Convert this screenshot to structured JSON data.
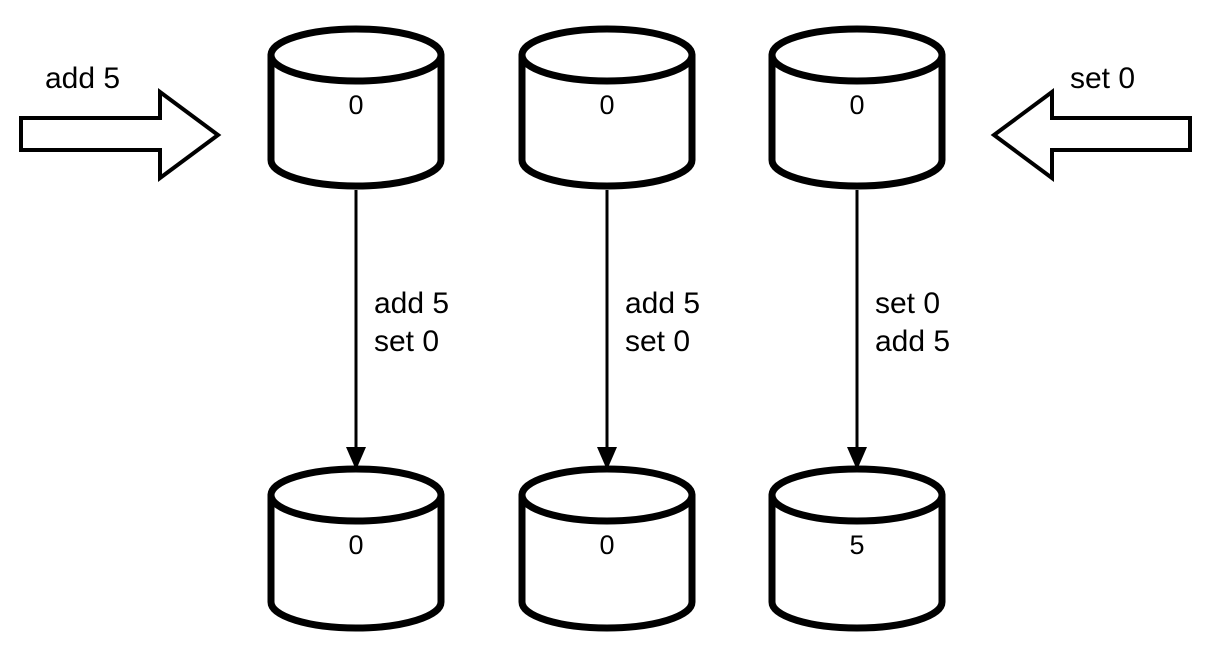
{
  "diagram": {
    "title": "concurrent-register-operations-diagram",
    "background_color": "#ffffff",
    "stroke_color": "#000000",
    "replicas": [
      {
        "id": "replica-1",
        "initial_value": "0",
        "operations": [
          "add 5",
          "set 0"
        ],
        "final_value": "0"
      },
      {
        "id": "replica-2",
        "initial_value": "0",
        "operations": [
          "add 5",
          "set 0"
        ],
        "final_value": "0"
      },
      {
        "id": "replica-3",
        "initial_value": "0",
        "operations": [
          "set 0",
          "add 5"
        ],
        "final_value": "5"
      }
    ],
    "client_requests": [
      {
        "id": "client-request-left",
        "label": "add 5",
        "direction": "right"
      },
      {
        "id": "client-request-right",
        "label": "set 0",
        "direction": "left"
      }
    ]
  }
}
